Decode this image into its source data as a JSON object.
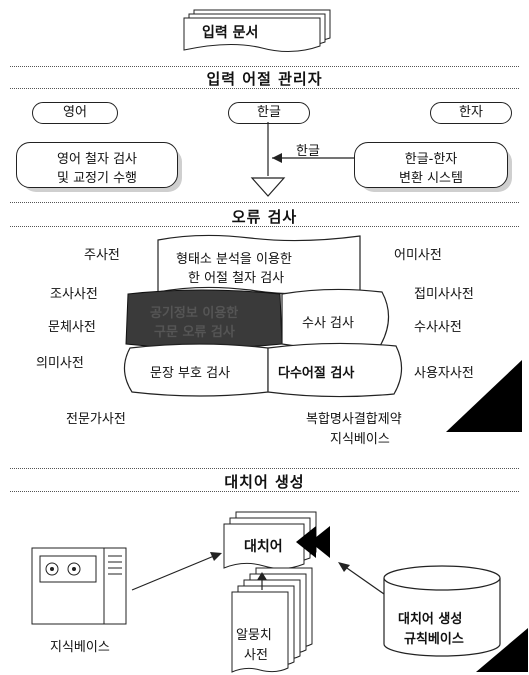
{
  "input_doc": "입력 문서",
  "section1": {
    "title": "입력 어절 관리자",
    "lang_english": "영어",
    "lang_hangul": "한글",
    "lang_hanja": "한자",
    "spell_checker_line1": "영어 철자 검사",
    "spell_checker_line2": "및 교정기 수행",
    "hangul_arrow_label": "한글",
    "hanja_system_line1": "한글-한자",
    "hanja_system_line2": "변환 시스템"
  },
  "section2": {
    "title": "오류 검사",
    "morph_line1": "형태소 분석을 이용한",
    "morph_line2": "한 어절 철자 검사",
    "hidden_line1": "공기정보 이용한",
    "hidden_line2": "구문 오류 검사",
    "numeral_check": "수사 검사",
    "punctuation_check": "문장 부호 검사",
    "multiword_check": "다수어절 검사",
    "dict_left": [
      "주사전",
      "조사사전",
      "문체사전",
      "의미사전",
      "전문가사전"
    ],
    "dict_right": [
      "어미사전",
      "접미사사전",
      "수사사전",
      "사용자사전"
    ],
    "compound_line1": "복합명사결합제약",
    "compound_line2": "지식베이스"
  },
  "section3": {
    "title": "대치어 생성",
    "substitute": "대치어",
    "knowledge_base": "지식베이스",
    "stack_line1": "알뭉치",
    "stack_line2": "사전",
    "rulebase_line1": "대치어 생성",
    "rulebase_line2": "규칙베이스"
  }
}
